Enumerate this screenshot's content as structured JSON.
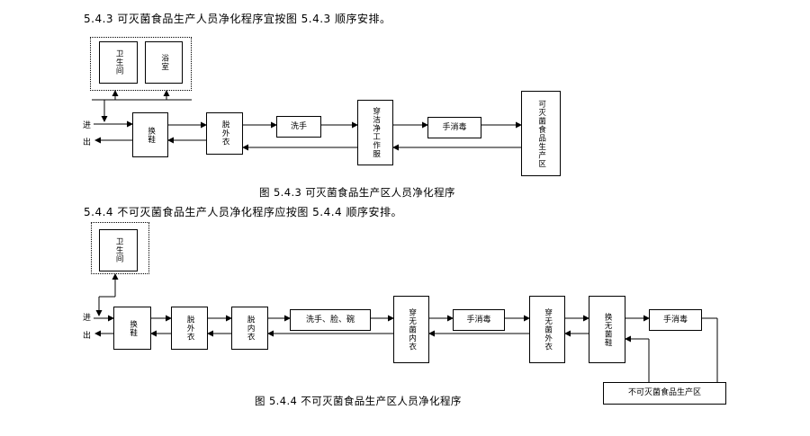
{
  "sec1": {
    "heading": "5.4.3  可灭菌食品生产人员净化程序宜按图  5.4.3  顺序安排。",
    "caption": "图 5.4.3  可灭菌食品生产区人员净化程序",
    "boxes": {
      "toilet": "卫生间",
      "bath": "浴室",
      "change_shoes": "换鞋",
      "remove_coat": "脱外衣",
      "wash_hands": "洗手",
      "wear_workwear": "穿洁净工作服",
      "hand_disinfect": "手消毒",
      "production_area": "可灭菌食品生产区"
    },
    "labels": {
      "in": "进",
      "out": "出"
    }
  },
  "sec2": {
    "heading": "5.4.4  不可灭菌食品生产人员净化程序应按图  5.4.4  顺序安排。",
    "caption": "图 5.4.4  不可灭菌食品生产区人员净化程序",
    "boxes": {
      "toilet": "卫生间",
      "change_shoes": "换鞋",
      "remove_coat": "脱外衣",
      "remove_inner": "脱内衣",
      "wash": "洗手、脸、碗",
      "wear_sterile_inner": "穿无菌内衣",
      "hand_disinfect_1": "手消毒",
      "wear_sterile_outer": "穿无菌外衣",
      "change_sterile_shoes": "换无菌鞋",
      "hand_disinfect_2": "手消毒",
      "production_area": "不可灭菌食品生产区"
    },
    "labels": {
      "in": "进",
      "out": "出"
    }
  }
}
